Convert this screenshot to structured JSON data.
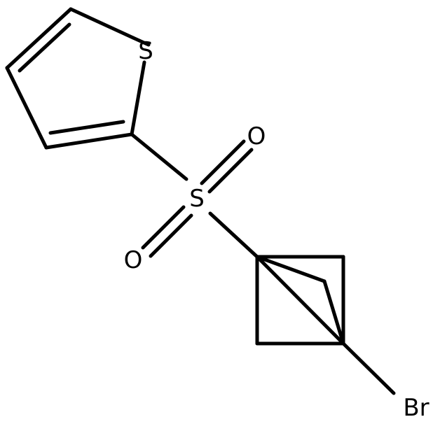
{
  "molecule": {
    "atoms": {
      "thiophene_s": "S",
      "sulfonyl_s": "S",
      "oxygen_top": "O",
      "oxygen_bottom": "O",
      "bromine": "Br"
    },
    "bond_color": "#000000",
    "label_color": "#000000",
    "background": "#ffffff"
  }
}
